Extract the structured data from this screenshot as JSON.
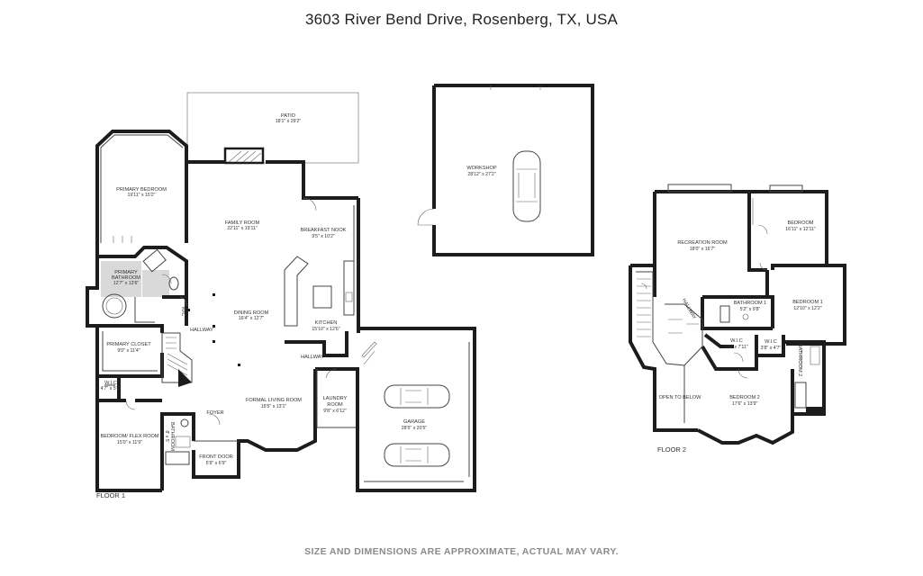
{
  "title": "3603 River Bend Drive, Rosenberg, TX, USA",
  "footer": "SIZE AND DIMENSIONS ARE APPROXIMATE, ACTUAL MAY VARY.",
  "floor1": {
    "label": "FLOOR 1",
    "rooms": {
      "patio": {
        "name": "PATIO",
        "dim": "18'1\" x 29'2\""
      },
      "primary_bedroom": {
        "name": "PRIMARY BEDROOM",
        "dim": "19'11\" x 15'2\""
      },
      "family_room": {
        "name": "FAMILY ROOM",
        "dim": "22'11\" x 19'11\""
      },
      "breakfast_nook": {
        "name": "BREAKFAST NOOK",
        "dim": "9'5\" x 10'2\""
      },
      "primary_bathroom": {
        "name1": "PRIMARY",
        "name2": "BATHROOM",
        "dim": "12'7\" x 13'6\""
      },
      "dining_room": {
        "name": "DINING ROOM",
        "dim": "16'4\" x 12'7\""
      },
      "kitchen": {
        "name": "KITCHEN",
        "dim": "15'10\" x 12'6\""
      },
      "hallway_left": {
        "name": "HALLWAY"
      },
      "hallway_right": {
        "name": "HALLWAY"
      },
      "primary_closet": {
        "name": "PRIMARY CLOSET",
        "dim": "9'0\" x 11'4\""
      },
      "wic": {
        "name": "W.I.C",
        "dim": "4'7\" x 5'0\""
      },
      "formal_living": {
        "name": "FORMAL LIVING ROOM",
        "dim": "15'5\" x 13'1\""
      },
      "laundry": {
        "name1": "LAUNDRY",
        "name2": "ROOM",
        "dim": "9'8\" x 6'12\""
      },
      "foyer": {
        "name": "FOYER"
      },
      "bedroom_flex": {
        "name": "BEDROOM/ FLEX ROOM",
        "dim": "15'0\" x 11'9\""
      },
      "bathroom_small": {
        "name": "BATHROOM",
        "dim": "8' x 5'"
      },
      "front_door": {
        "name": "FRONT DOOR",
        "dim": "5'9\" x 6'9\""
      },
      "garage": {
        "name": "GARAGE",
        "dim": "28'5\" x 20'5\""
      },
      "wc": {
        "name": "W/C"
      }
    }
  },
  "workshop": {
    "name": "WORKSHOP",
    "dim": "28'12\" x 27'2\""
  },
  "floor2": {
    "label": "FLOOR 2",
    "rooms": {
      "recreation": {
        "name": "RECREATION ROOM",
        "dim": "18'0\" x 16'7\""
      },
      "bedroom": {
        "name": "BEDROOM",
        "dim": "16'11\" x 12'11\""
      },
      "bathroom1": {
        "name": "BATHROOM 1",
        "dim": "5'2\" x 9'8\""
      },
      "bedroom1": {
        "name": "BEDROOM 1",
        "dim": "12'10\" x 12'2\""
      },
      "hallway": {
        "name": "HALLWAY"
      },
      "wic1": {
        "name": "W.I.C",
        "dim": "5'6\" x 7'11\""
      },
      "wic2": {
        "name": "W.I.C",
        "dim": "3'8\" x 4'7\""
      },
      "bathroom2": {
        "name": "BATHROOM 2"
      },
      "open_below": {
        "name": "OPEN TO BELOW"
      },
      "bedroom2": {
        "name": "BEDROOM 2",
        "dim": "17'6\" x 13'9\""
      }
    }
  }
}
